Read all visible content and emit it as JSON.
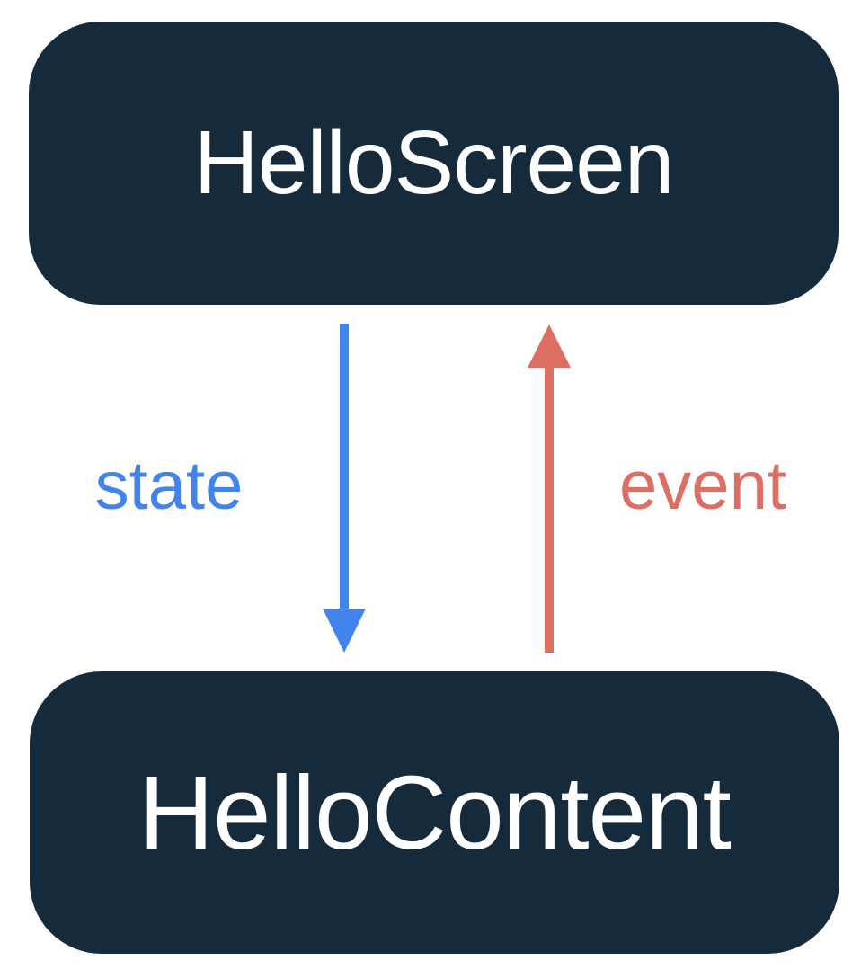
{
  "diagram": {
    "title": "state hoisting diagram",
    "background_color": "#ffffff",
    "nodes": {
      "screen": {
        "label": "HelloScreen",
        "bg_color": "#152B3C",
        "text_color": "#ffffff"
      },
      "content": {
        "label": "HelloContent",
        "bg_color": "#152B3C",
        "text_color": "#ffffff"
      }
    },
    "arrows": {
      "state": {
        "label": "state",
        "direction": "down",
        "from": "HelloScreen",
        "to": "HelloContent",
        "color": "#4383EC"
      },
      "event": {
        "label": "event",
        "direction": "up",
        "from": "HelloContent",
        "to": "HelloScreen",
        "color": "#DD6E63"
      }
    }
  }
}
